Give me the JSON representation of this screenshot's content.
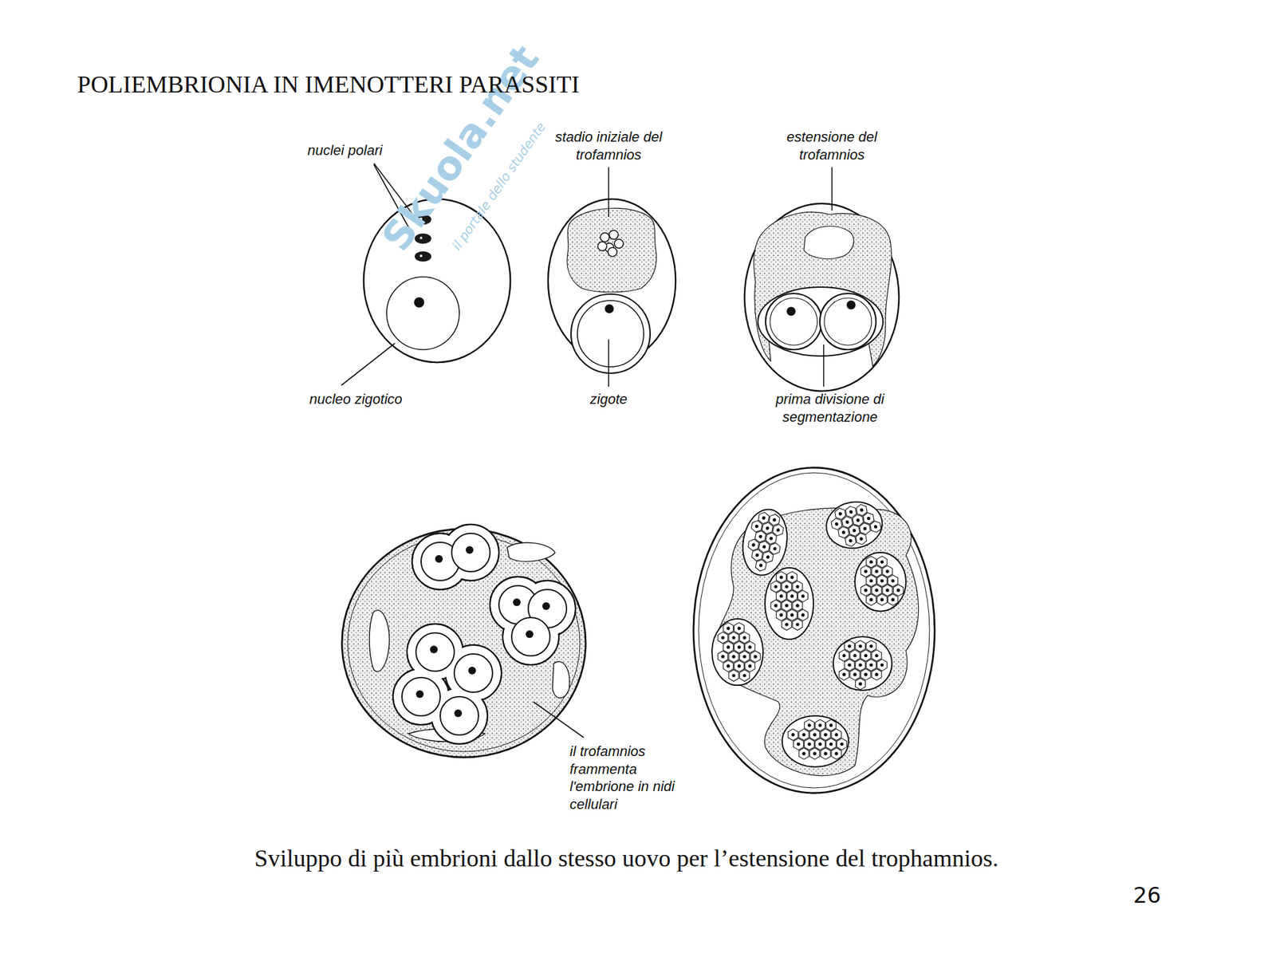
{
  "diagram": {
    "title": "POLIEMBRIONIA IN IMENOTTERI PARASSITI",
    "caption": "Sviluppo di più embrioni dallo stesso uovo per l’estensione del trophamnios.",
    "labels": [
      "nuclei polari",
      "stadio iniziale del trofamnios",
      "estensione del trofamnios",
      "nucleo zigotico",
      "zigote",
      "prima divisione di segmentazione",
      "il trofamnios frammenta l'embrione in nidi cellulari",
      "26",
      "Skuola.net",
      "il portale dello studente"
    ]
  }
}
